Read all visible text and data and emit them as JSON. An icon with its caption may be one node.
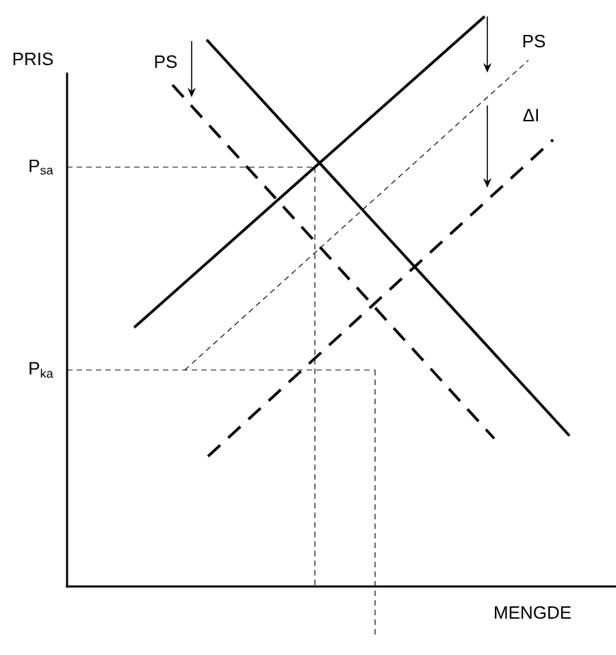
{
  "diagram": {
    "labels": [
      "PRIS",
      "PS",
      "PS",
      "P$_{sa}$",
      "ΔI",
      "P$_{ka}$",
      "MENGDE"
    ]
  }
}
